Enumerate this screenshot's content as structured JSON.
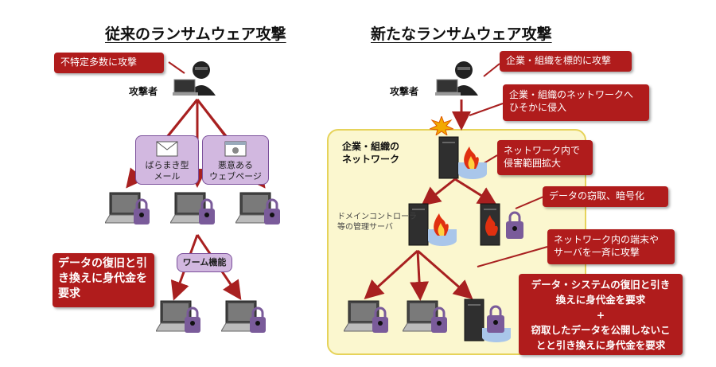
{
  "left": {
    "title": "従来のランサムウェア攻撃",
    "attacker_label": "攻撃者",
    "callout_target": "不特定多数に攻撃",
    "vector_mail": [
      "ばらまき型",
      "メール"
    ],
    "vector_web": [
      "悪意ある",
      "ウェブページ"
    ],
    "worm": "ワーム機能",
    "ransom": [
      "データの復旧と引",
      "き換えに身代金を",
      "要求"
    ]
  },
  "right": {
    "title": "新たなランサムウェア攻撃",
    "attacker_label": "攻撃者",
    "callout_target": "企業・組織を標的に攻撃",
    "callout_intrude": [
      "企業・組織のネットワークへ",
      "ひそかに侵入"
    ],
    "network_label": [
      "企業・組織の",
      "ネットワーク"
    ],
    "callout_expand": [
      "ネットワーク内で",
      "侵害範囲拡大"
    ],
    "callout_steal": "データの窃取、暗号化",
    "domain_label": [
      "ドメインコントローラ",
      "等の管理サーバ"
    ],
    "callout_mass": [
      "ネットワーク内の端末や",
      "サーバを一斉に攻撃"
    ],
    "ransom": [
      "データ・システムの復旧と引き",
      "換えに身代金を要求",
      "+",
      "窃取したデータを公開しないこ",
      "とと引き換えに身代金を要求"
    ]
  },
  "colors": {
    "accent_red": "#b01c1c",
    "arrow_red": "#a82020",
    "purple": "#d2b8e0",
    "network_bg": "#fbf7cf"
  }
}
